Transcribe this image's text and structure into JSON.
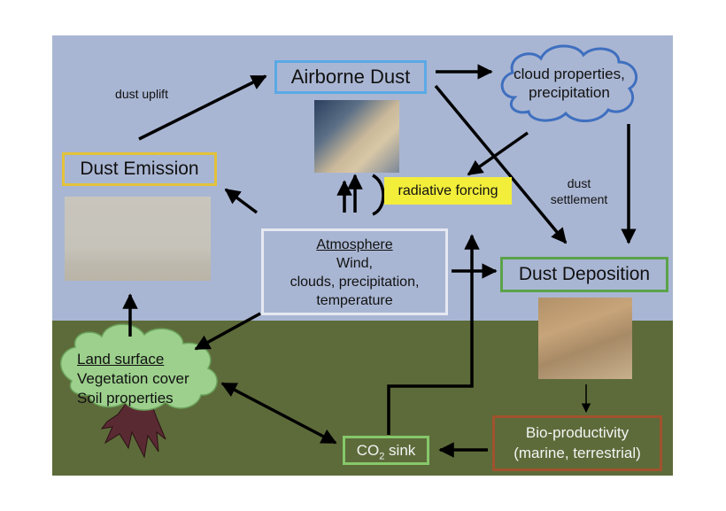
{
  "nodes": {
    "airborne_dust": "Airborne Dust",
    "cloud": [
      "cloud properties,",
      "precipitation"
    ],
    "dust_emission": "Dust Emission",
    "radiative_forcing": "radiative forcing",
    "atmosphere": {
      "title": "Atmosphere",
      "lines": [
        "Wind,",
        "clouds, precipitation,",
        "temperature"
      ]
    },
    "dust_deposition": "Dust Deposition",
    "land_surface": {
      "title": "Land surface",
      "lines": [
        "Vegetation cover",
        "Soil properties"
      ]
    },
    "co2_sink": {
      "prefix": "CO",
      "sub": "2",
      "suffix": " sink"
    },
    "bio_productivity": [
      "Bio-productivity",
      "(marine, terrestrial)"
    ]
  },
  "edge_labels": {
    "dust_uplift": "dust uplift",
    "dust_settlement": [
      "dust",
      "settlement"
    ]
  },
  "colors": {
    "sky": "#a9b6d3",
    "ground": "#5d6b3a",
    "airborne_border": "#5aa9e6",
    "emission_border": "#e2c23a",
    "deposition_border": "#5aa34a",
    "cloud_outline": "#3f6fbf",
    "radiative_bg": "#f2ee3a",
    "bio_border": "#a0522d",
    "arrow": "#000000"
  }
}
